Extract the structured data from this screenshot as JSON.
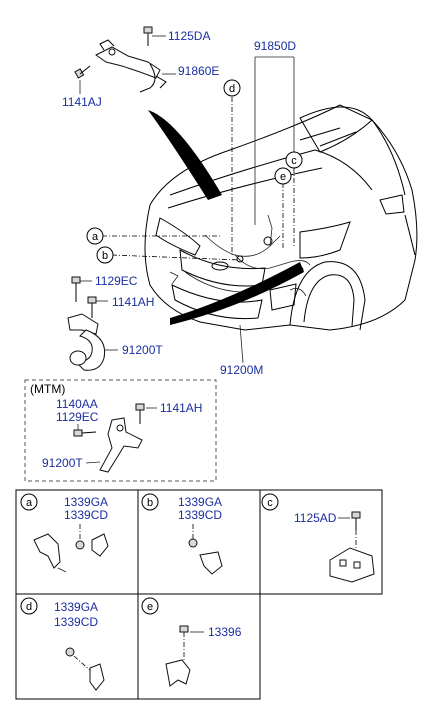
{
  "callouts": {
    "top_bolt": "1125DA",
    "top_bracket": "91860E",
    "top_screw": "1141AJ",
    "harness_main": "91850D",
    "bolt_ec": "1129EC",
    "bolt_ah": "1141AH",
    "battery_cable": "91200T",
    "front_harness": "91200M"
  },
  "markers": {
    "a": "a",
    "b": "b",
    "c": "c",
    "d": "d",
    "e": "e"
  },
  "mtm_box": {
    "title": "(MTM)",
    "part_1": "1140AA",
    "part_2": "1129EC",
    "part_3": "1141AH",
    "part_4": "91200T"
  },
  "detail_panels": [
    {
      "letter": "a",
      "parts": [
        "1339GA",
        "1339CD"
      ]
    },
    {
      "letter": "b",
      "parts": [
        "1339GA",
        "1339CD"
      ]
    },
    {
      "letter": "c",
      "parts": [
        "1125AD"
      ]
    },
    {
      "letter": "d",
      "parts": [
        "1339GA",
        "1339CD"
      ]
    },
    {
      "letter": "e",
      "parts": [
        "13396"
      ]
    }
  ]
}
